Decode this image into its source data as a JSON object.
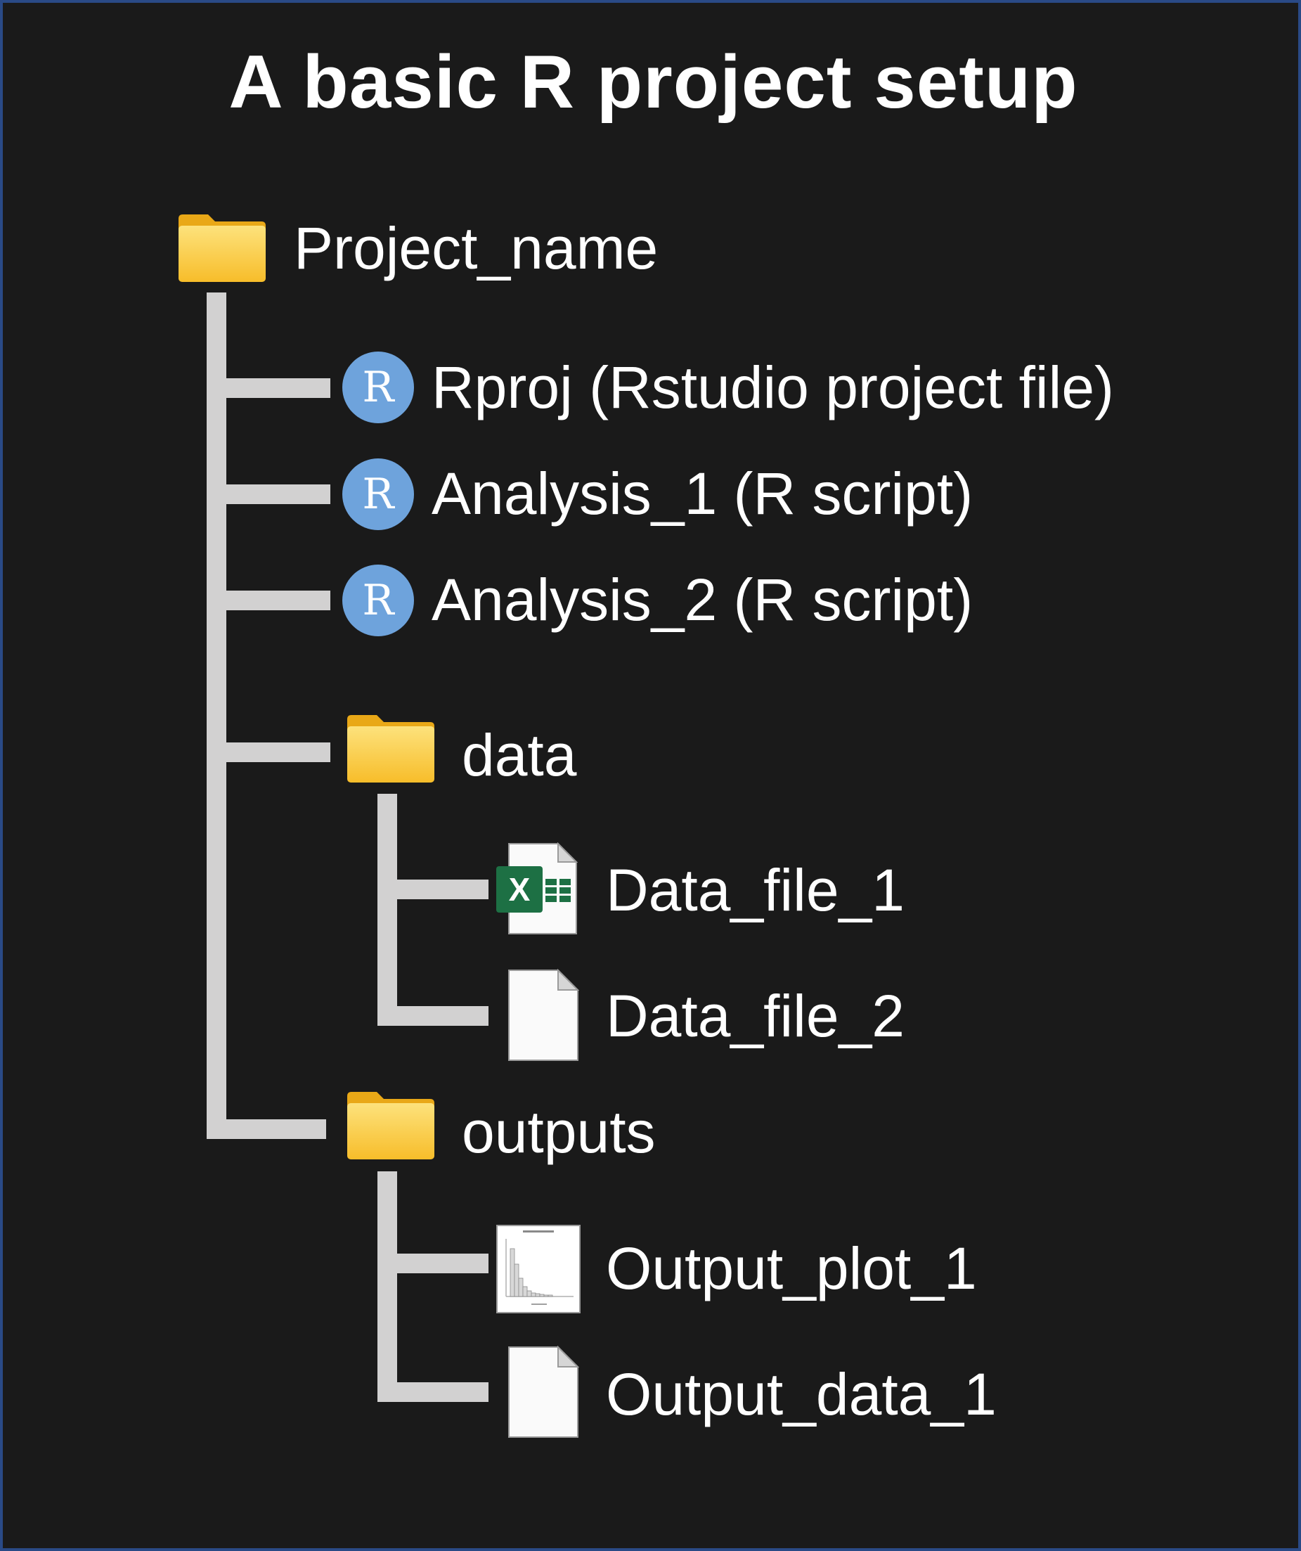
{
  "title": "A basic R project setup",
  "tree": {
    "root": {
      "label": "Project_name",
      "icon": "folder-icon"
    },
    "items": [
      {
        "label": "Rproj (Rstudio project file)",
        "icon": "r-icon"
      },
      {
        "label": "Analysis_1 (R script)",
        "icon": "r-icon"
      },
      {
        "label": "Analysis_2 (R script)",
        "icon": "r-icon"
      },
      {
        "label": "data",
        "icon": "folder-icon",
        "children": [
          {
            "label": "Data_file_1",
            "icon": "excel-file-icon"
          },
          {
            "label": "Data_file_2",
            "icon": "blank-file-icon"
          }
        ]
      },
      {
        "label": "outputs",
        "icon": "folder-icon",
        "children": [
          {
            "label": "Output_plot_1",
            "icon": "plot-thumbnail-icon"
          },
          {
            "label": "Output_data_1",
            "icon": "blank-file-icon"
          }
        ]
      }
    ]
  },
  "icon_glyphs": {
    "r_letter": "R",
    "excel_letter": "X"
  },
  "colors": {
    "background": "#1a1a1a",
    "border": "#2a4a86",
    "connector": "#d2d1d1",
    "r_icon": "#6ea3dc",
    "folder": "#f8c83a",
    "excel": "#1d7044"
  }
}
